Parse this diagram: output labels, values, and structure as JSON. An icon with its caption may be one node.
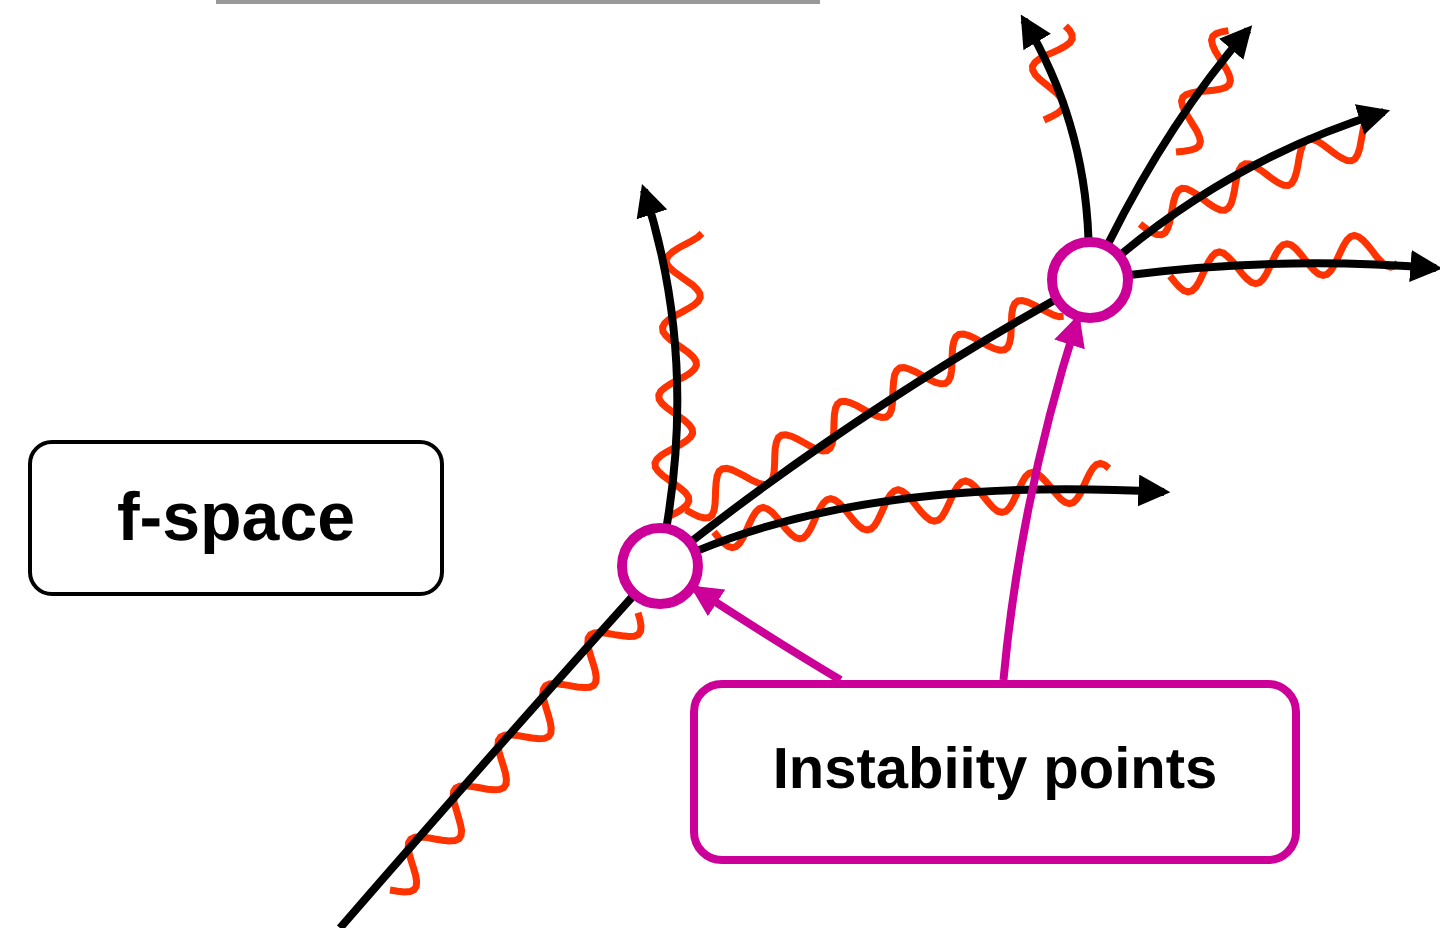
{
  "diagram": {
    "nodes": [
      {
        "text": [
          "f-space"
        ]
      },
      {
        "text": [],
        "shape": "circle"
      },
      {
        "text": [],
        "shape": "circle"
      },
      {
        "text": [
          "Instabiity points"
        ]
      }
    ],
    "edges": [
      {
        "from": null,
        "to": 1,
        "arrow": "none"
      },
      {
        "from": 1,
        "to": 2,
        "arrow": "none"
      },
      {
        "from": 1,
        "to": null,
        "arrow": "to"
      },
      {
        "from": 1,
        "to": null,
        "arrow": "to"
      },
      {
        "from": 2,
        "to": null,
        "arrow": "to"
      },
      {
        "from": 2,
        "to": null,
        "arrow": "to"
      },
      {
        "from": 2,
        "to": null,
        "arrow": "to"
      },
      {
        "from": 2,
        "to": null,
        "arrow": "to"
      },
      {
        "from": 3,
        "to": 2,
        "arrow": "to",
        "color": "#cc0099"
      },
      {
        "from": 3,
        "to": 1,
        "arrow": "to",
        "color": "#cc0099"
      }
    ]
  }
}
